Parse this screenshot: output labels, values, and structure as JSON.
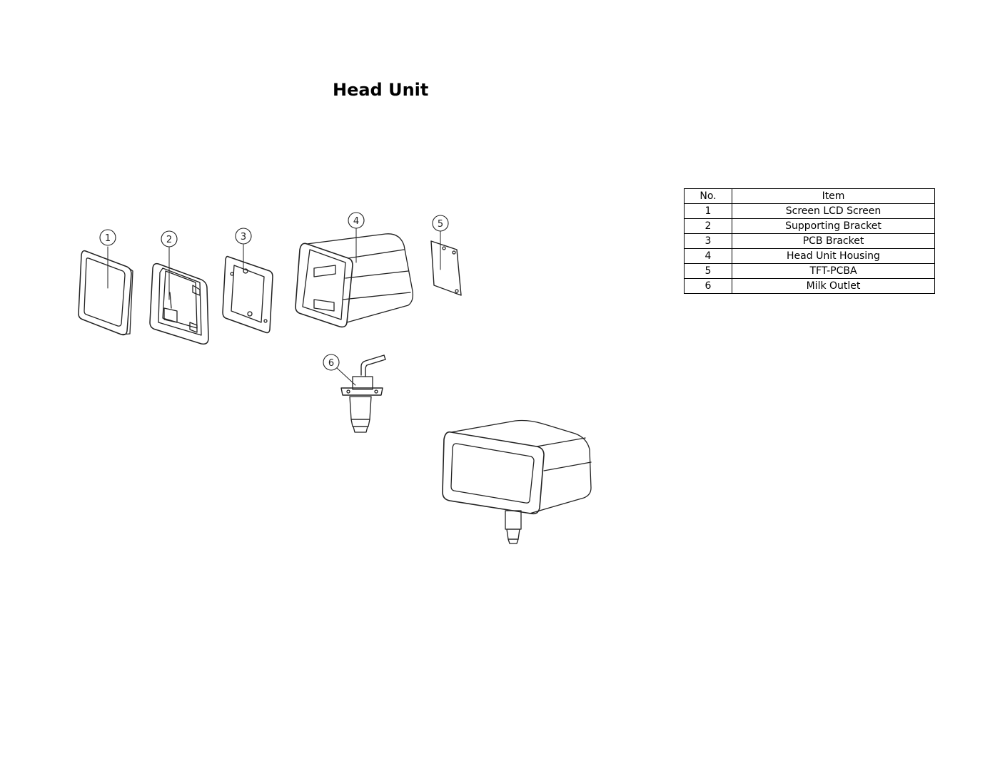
{
  "title": "Head Unit",
  "callouts": [
    "1",
    "2",
    "3",
    "4",
    "5",
    "6"
  ],
  "table": {
    "headers": {
      "no": "No.",
      "item": "Item"
    },
    "rows": [
      {
        "no": "1",
        "item": "Screen LCD Screen"
      },
      {
        "no": "2",
        "item": "Supporting Bracket"
      },
      {
        "no": "3",
        "item": "PCB Bracket"
      },
      {
        "no": "4",
        "item": "Head Unit Housing"
      },
      {
        "no": "5",
        "item": "TFT-PCBA"
      },
      {
        "no": "6",
        "item": "Milk Outlet"
      }
    ]
  }
}
